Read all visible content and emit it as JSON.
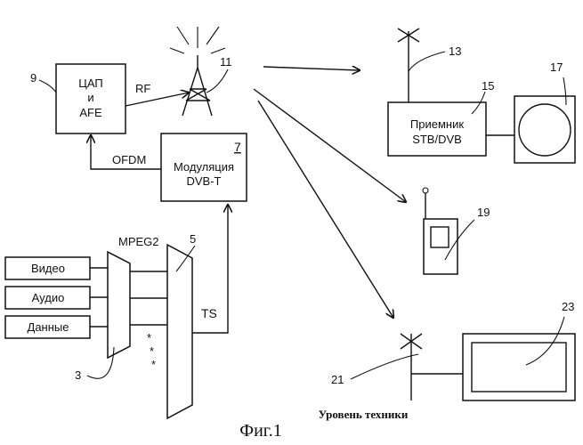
{
  "blocks": {
    "dac": {
      "line1": "ЦАП",
      "line2": "и",
      "line3": "AFE",
      "ref": "9"
    },
    "modulation": {
      "line1": "Модуляция",
      "line2": "DVB-T",
      "ref": "7"
    },
    "receiver": {
      "line1": "Приемник",
      "line2": "STB/DVB",
      "ref": "15"
    },
    "inputs": {
      "video": "Видео",
      "audio": "Аудио",
      "data": "Данные"
    }
  },
  "labels": {
    "rf": "RF",
    "ofdm": "OFDM",
    "mpeg2": "MPEG2",
    "ts": "TS",
    "encoder_ref": "3",
    "mux_ref": "5",
    "tower_ref": "11",
    "antenna_ref": "13",
    "tv_ref": "17",
    "phone_ref": "19",
    "mobile_antenna_ref": "21",
    "screen_ref": "23",
    "mux_dots": "*"
  },
  "caption": {
    "prior_art": "Уровень техники",
    "figure": "Фиг.1"
  }
}
